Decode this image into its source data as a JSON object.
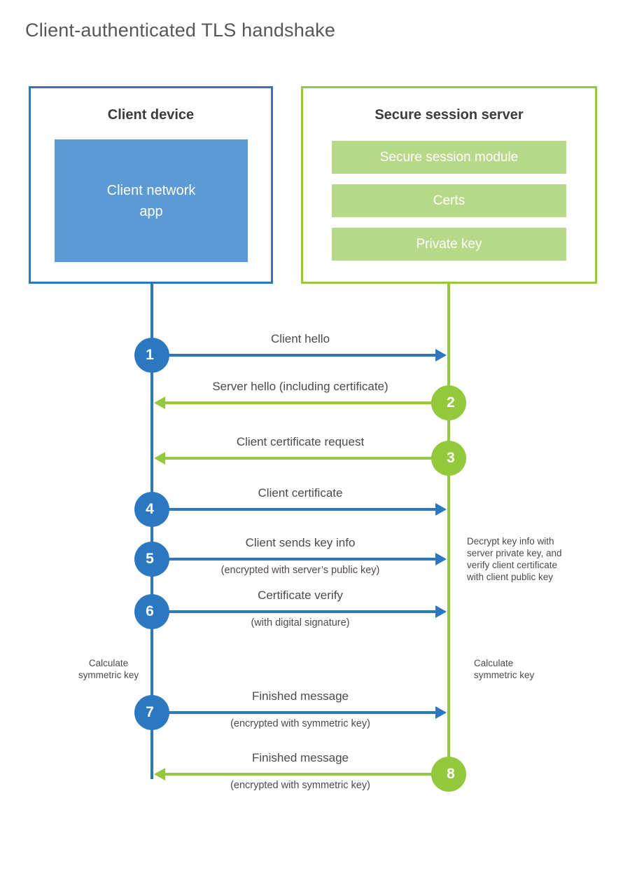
{
  "title": "Client-authenticated TLS handshake",
  "colors": {
    "blue": "#2b77c0",
    "blue_fill": "#5b9ad3",
    "green": "#94c83d",
    "green_fill": "#b7d98a"
  },
  "client_box": {
    "title": "Client device",
    "app_label": "Client network\napp"
  },
  "server_box": {
    "title": "Secure session server",
    "modules": [
      {
        "label": "Secure session module"
      },
      {
        "label": "Certs"
      },
      {
        "label": "Private key"
      }
    ]
  },
  "steps": [
    {
      "number": "1",
      "from": "client",
      "to": "server",
      "label": "Client hello"
    },
    {
      "number": "2",
      "from": "server",
      "to": "client",
      "label": "Server hello (including certificate)"
    },
    {
      "number": "3",
      "from": "server",
      "to": "client",
      "label": "Client certificate request"
    },
    {
      "number": "4",
      "from": "client",
      "to": "server",
      "label": "Client certificate"
    },
    {
      "number": "5",
      "from": "client",
      "to": "server",
      "label": "Client sends key info",
      "sub": "(encrypted with server’s public key)"
    },
    {
      "number": "6",
      "from": "client",
      "to": "server",
      "label": "Certificate verify",
      "sub": "(with digital signature)"
    },
    {
      "number": "7",
      "from": "client",
      "to": "server",
      "label": "Finished message",
      "sub": "(encrypted with symmetric key)"
    },
    {
      "number": "8",
      "from": "server",
      "to": "client",
      "label": "Finished message",
      "sub": "(encrypted with symmetric key)"
    }
  ],
  "annotations": {
    "decrypt_note": "Decrypt key info with\nserver private key, and\nverify client certificate\nwith client public key",
    "calculate_left": "Calculate\nsymmetric key",
    "calculate_right": "Calculate\nsymmetric key"
  }
}
